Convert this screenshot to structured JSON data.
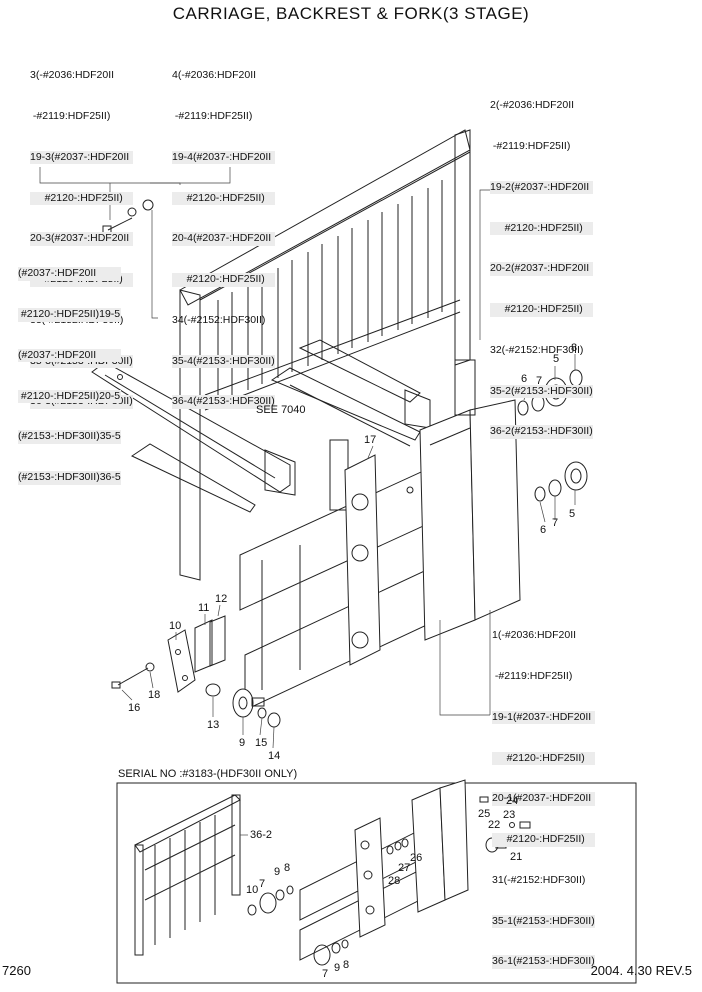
{
  "title": "CARRIAGE, BACKREST & FORK(3 STAGE)",
  "notes": {
    "top_left": [
      "3(-#2036:HDF20II",
      " -#2119:HDF25II)",
      "19-3(#2037-:HDF20II",
      "     #2120-:HDF25II)",
      "20-3(#2037-:HDF20II",
      "     #2120-:HDF25II)",
      "33(-#2152:HDF30II)",
      "35-3(#2153-:HDF30II)",
      "36-3(#2153-:HDF30II)"
    ],
    "top_mid": [
      "4(-#2036:HDF20II",
      " -#2119:HDF25II)",
      "19-4(#2037-:HDF20II",
      "     #2120-:HDF25II)",
      "20-4(#2037-:HDF20II",
      "     #2120-:HDF25II)",
      "34(-#2152:HDF30II)",
      "35-4(#2153-:HDF30II)",
      "36-4(#2153-:HDF30II)"
    ],
    "top_right": [
      "2(-#2036:HDF20II",
      " -#2119:HDF25II)",
      "19-2(#2037-:HDF20II",
      "     #2120-:HDF25II)",
      "20-2(#2037-:HDF20II",
      "     #2120-:HDF25II)",
      "32(-#2152:HDF30II)",
      "35-2(#2153-:HDF30II)",
      "36-2(#2153-:HDF30II)"
    ],
    "left": [
      "(#2037-:HDF20II",
      " #2120-:HDF25II)19-5",
      "(#2037-:HDF20II",
      " #2120-:HDF25II)20-5",
      "(#2153-:HDF30II)35-5",
      "(#2153-:HDF30II)36-5"
    ],
    "bottom_right": [
      "1(-#2036:HDF20II",
      " -#2119:HDF25II)",
      "19-1(#2037-:HDF20II",
      "     #2120-:HDF25II)",
      "20-1(#2037-:HDF20II",
      "     #2120-:HDF25II)",
      "31(-#2152:HDF30II)",
      "35-1(#2153-:HDF30II)",
      "36-1(#2153-:HDF30II)"
    ]
  },
  "see_ref": "SEE 7040",
  "serial_note": "SERIAL NO :#3183-(HDF30II ONLY)",
  "labels": {
    "main": {
      "n5a": "5",
      "n8": "8",
      "n6a": "6",
      "n7a": "7",
      "n17": "17",
      "n6b": "6",
      "n7b": "7",
      "n5b": "5",
      "n10": "10",
      "n11": "11",
      "n12": "12",
      "n16": "16",
      "n18": "18",
      "n13": "13",
      "n9": "9",
      "n15": "15",
      "n14": "14"
    },
    "inset": {
      "n36_2": "36-2",
      "n9a": "9",
      "n8a": "8",
      "n10": "10",
      "n7a": "7",
      "n24": "24",
      "n25": "25",
      "n23": "23",
      "n22": "22",
      "n21": "21",
      "n26": "26",
      "n27": "27",
      "n28": "28",
      "n7b": "7",
      "n9b": "9",
      "n8b": "8"
    }
  },
  "footer": {
    "page": "7260",
    "date_rev": "2004. 4.30 REV.5"
  }
}
